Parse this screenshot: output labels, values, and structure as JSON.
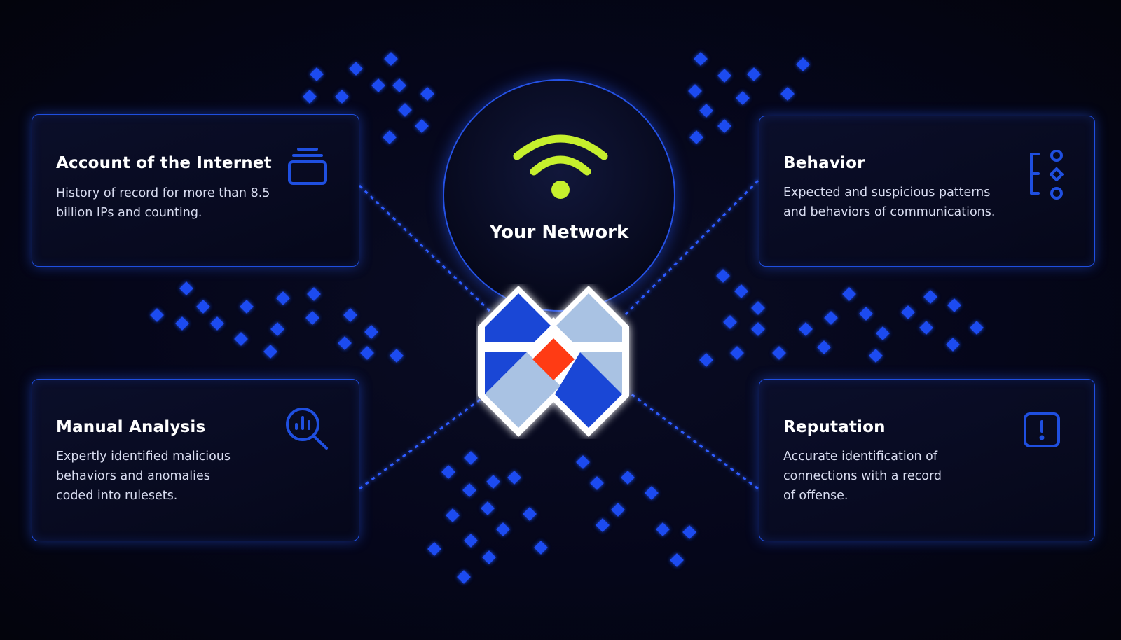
{
  "center": {
    "label": "Your Network",
    "wifi_color": "#c6f02d",
    "logo_accent": "#ff3b14",
    "logo_blue": "#1a47d6",
    "logo_light": "#a9c2e3"
  },
  "cards": [
    {
      "id": "account-of-the-internet",
      "title": "Account of the Internet",
      "lines": [
        "History of record for more than 8.5",
        "billion IPs and counting."
      ],
      "icon": "stack-icon"
    },
    {
      "id": "behavior",
      "title": "Behavior",
      "lines": [
        "Expected and suspicious patterns",
        "and behaviors of communications."
      ],
      "icon": "flow-shapes-icon"
    },
    {
      "id": "manual-analysis",
      "title": "Manual Analysis",
      "lines": [
        "Expertly identified malicious",
        "behaviors and anomalies",
        "coded into rulesets."
      ],
      "icon": "analytics-search-icon"
    },
    {
      "id": "reputation",
      "title": "Reputation",
      "lines": [
        "Accurate identification of",
        "connections with a record",
        "of offense."
      ],
      "icon": "alert-icon"
    }
  ],
  "colors": {
    "accent_blue": "#1f4fe0",
    "dot_blue": "#1e4cf0",
    "background": "#04050f"
  }
}
